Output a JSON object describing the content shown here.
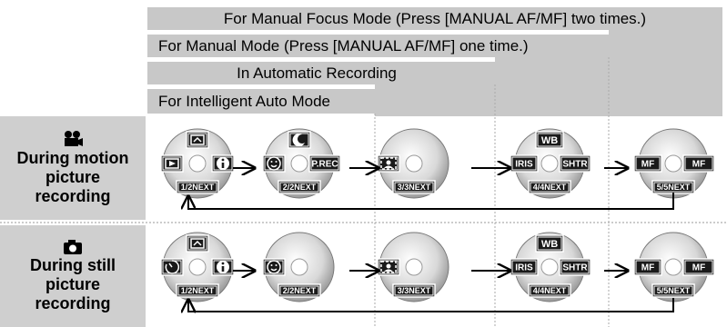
{
  "modes": {
    "manual_focus": "For Manual Focus Mode (Press [MANUAL AF/MF] two times.)",
    "manual": "For Manual Mode (Press [MANUAL AF/MF] one time.)",
    "automatic": "In Automatic Recording",
    "intelligent_auto": "For Intelligent Auto Mode"
  },
  "rows": {
    "motion": "During motion picture recording",
    "motion_lines": [
      "During motion",
      "picture",
      "recording"
    ],
    "still": "During still picture recording",
    "still_lines": [
      "During still",
      "picture",
      "recording"
    ]
  },
  "motion_menus": [
    {
      "page": "1/2NEXT",
      "top": "screen-icon",
      "left": "exit-icon",
      "right": "info-icon"
    },
    {
      "page": "2/2NEXT",
      "top": "night-mode-icon",
      "left": "face-icon",
      "right_text": "P.REC"
    },
    {
      "page": "3/3NEXT",
      "left": "backlight-icon"
    },
    {
      "page": "4/4NEXT",
      "top_text": "WB",
      "left_text": "IRIS",
      "right_text": "SHTR"
    },
    {
      "page": "5/5NEXT",
      "left_text": "MF",
      "right_text": "MF"
    }
  ],
  "still_menus": [
    {
      "page": "1/2NEXT",
      "top": "screen-icon",
      "left": "self-timer-icon",
      "right": "info-icon"
    },
    {
      "page": "2/2NEXT",
      "left": "face-icon"
    },
    {
      "page": "3/3NEXT",
      "left": "backlight-icon"
    },
    {
      "page": "4/4NEXT",
      "top_text": "WB",
      "left_text": "IRIS",
      "right_text": "SHTR"
    },
    {
      "page": "5/5NEXT",
      "left_text": "MF",
      "right_text": "MF"
    }
  ]
}
